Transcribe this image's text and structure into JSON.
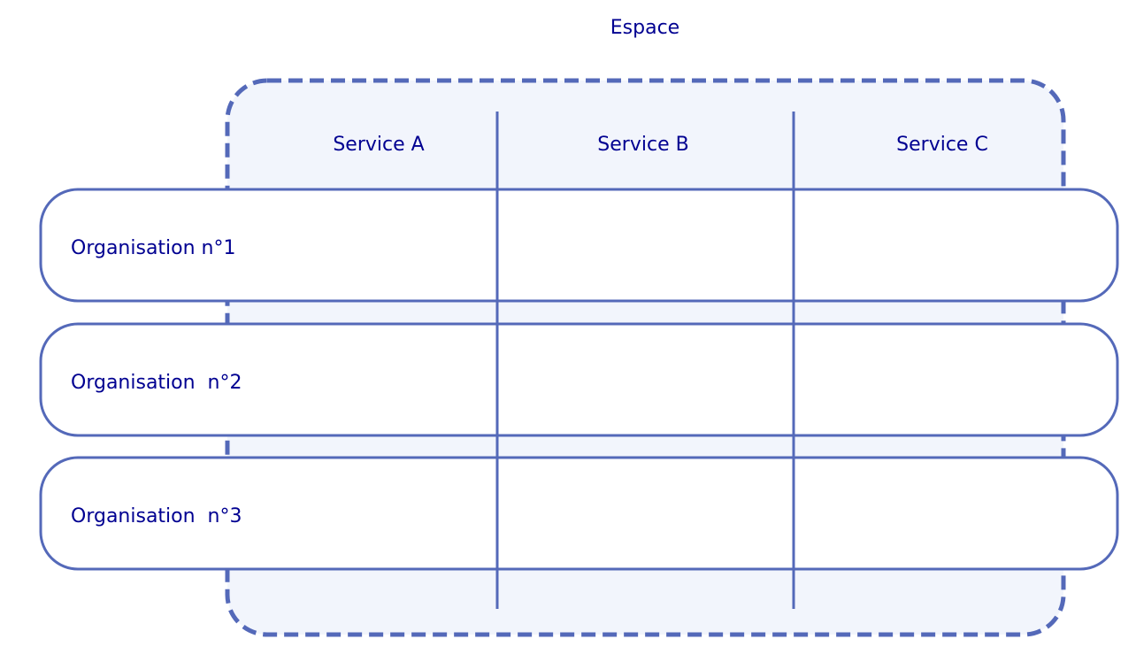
{
  "title": "Espace",
  "services": [
    {
      "label": "Service A"
    },
    {
      "label": "Service B"
    },
    {
      "label": "Service C"
    }
  ],
  "organisations": [
    {
      "label": "Organisation n°1"
    },
    {
      "label": "Organisation  n°2"
    },
    {
      "label": "Organisation  n°3"
    }
  ],
  "colors": {
    "stroke": "#5469b9",
    "text": "#000091",
    "space_fill": "#f2f5fc",
    "row_fill": "#ffffff"
  }
}
